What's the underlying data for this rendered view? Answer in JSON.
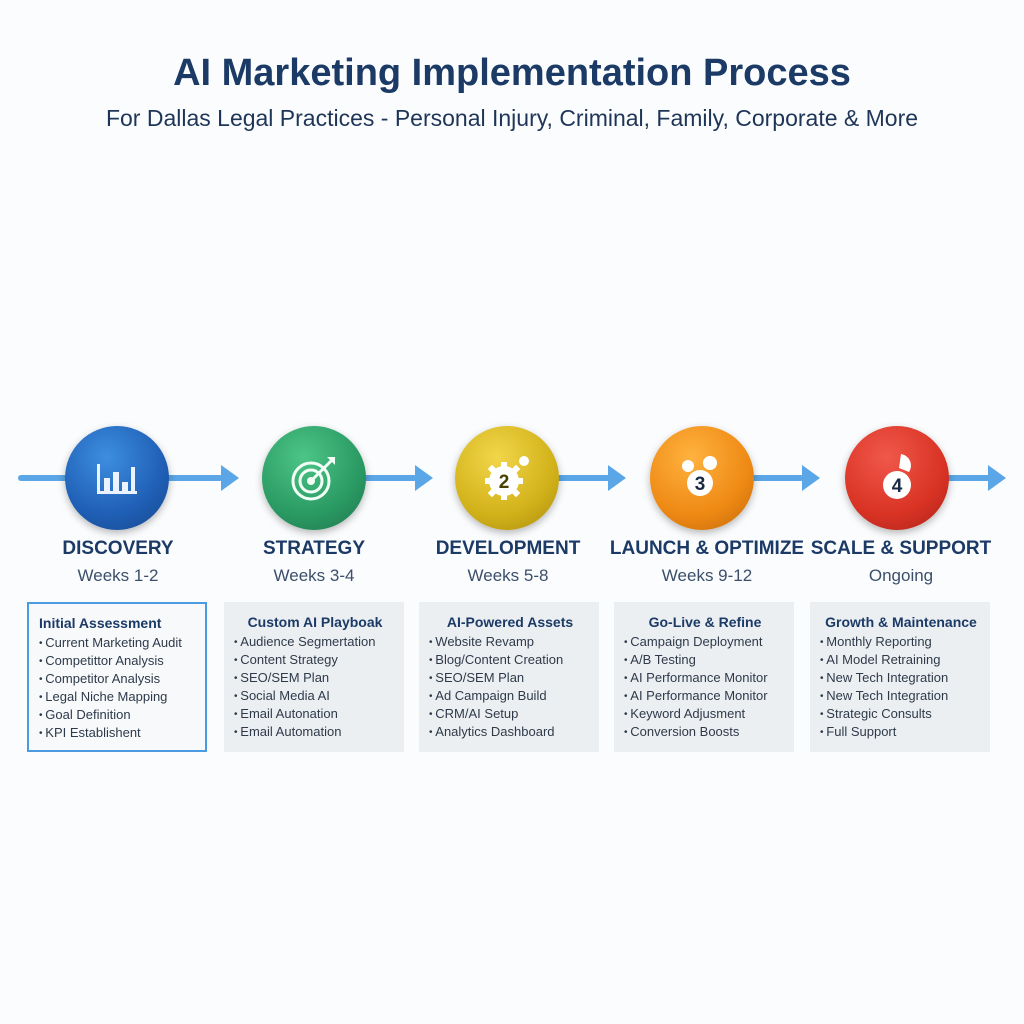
{
  "title": "AI Marketing Implementation Process",
  "subtitle": "For Dallas Legal Practices - Personal Injury, Criminal, Family, Corporate & More",
  "colors": {
    "arrow": "#5aa6e6",
    "heading": "#1b3a66",
    "discovery": "#1f5fb5",
    "strategy": "#2a9a63",
    "development": "#d2b21a",
    "launch": "#ee8a14",
    "scale": "#d93324"
  },
  "phases": [
    {
      "name": "DISCOVERY",
      "timeframe": "Weeks 1-2",
      "icon": "bar-chart-icon",
      "number": "",
      "card_title": "Initial Assessment",
      "items": [
        "Current Marketing Audit",
        "Competittor Analysis",
        "Competitor Analysis",
        "Legal Niche Mapping",
        "Goal Definition",
        "KPI Establishent"
      ]
    },
    {
      "name": "STRATEGY",
      "timeframe": "Weeks 3-4",
      "icon": "target-icon",
      "number": "",
      "card_title": "Custom AI Playboak",
      "items": [
        "Audience Segmertation",
        "Content Strategy",
        "SEO/SEM Plan",
        "Social Media AI",
        "Email Autonation",
        "Email Automation"
      ]
    },
    {
      "name": "DEVELOPMENT",
      "timeframe": "Weeks 5-8",
      "icon": "gear-icon",
      "number": "2",
      "card_title": "AI-Powered Assets",
      "items": [
        "Website Revamp",
        "Blog/Content Creation",
        "SEO/SEM Plan",
        "Ad Campaign Build",
        "CRM/AI Setup",
        "Analytics Dashboard"
      ]
    },
    {
      "name": "LAUNCH & OPTIMIZE",
      "timeframe": "Weeks 9-12",
      "icon": "gears-icon",
      "number": "3",
      "card_title": "Go-Live & Refine",
      "items": [
        "Campaign Deployment",
        "A/B Testing",
        "AI Performance Monitor",
        "AI Performance Monitor",
        "Keyword Adjusment",
        "Conversion Boosts"
      ]
    },
    {
      "name": "SCALE & SUPPORT",
      "timeframe": "Ongoing",
      "icon": "rocket-icon",
      "number": "4",
      "card_title": "Growth & Maintenance",
      "items": [
        "Monthly Reporting",
        "AI Model Retraining",
        "New Tech Integration",
        "New Tech Integration",
        "Strategic Consults",
        "Full Support"
      ]
    }
  ]
}
